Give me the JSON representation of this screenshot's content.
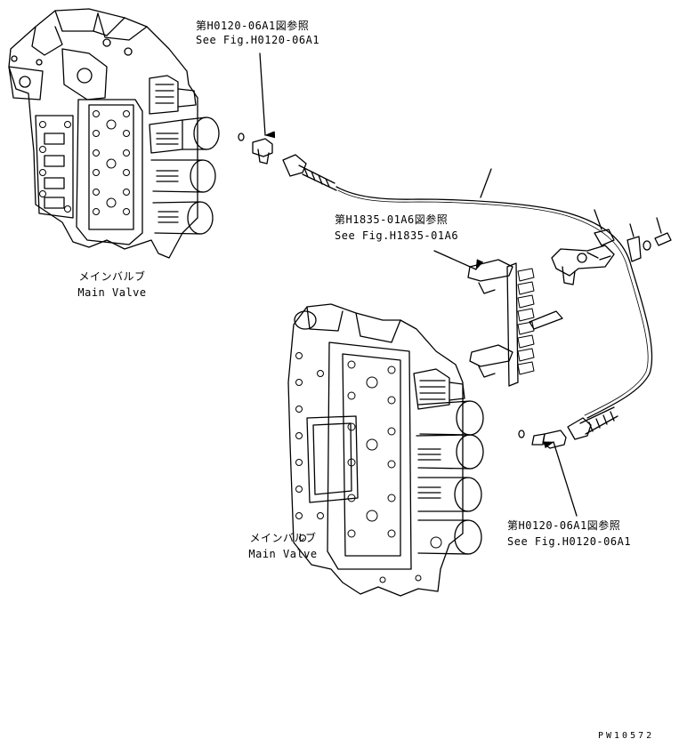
{
  "callouts": {
    "top_ref_ja": "第H0120-06A1図参照",
    "top_ref_en": "See Fig.H0120-06A1",
    "mid_ref_ja": "第H1835-01A6図参照",
    "mid_ref_en": "See Fig.H1835-01A6",
    "bottom_ref_ja": "第H0120-06A1図参照",
    "bottom_ref_en": "See Fig.H0120-06A1"
  },
  "valves": {
    "upper_ja": "メインバルブ",
    "upper_en": "Main Valve",
    "lower_ja": "メインバルブ",
    "lower_en": "Main Valve"
  },
  "drawing_code": "PW10572"
}
